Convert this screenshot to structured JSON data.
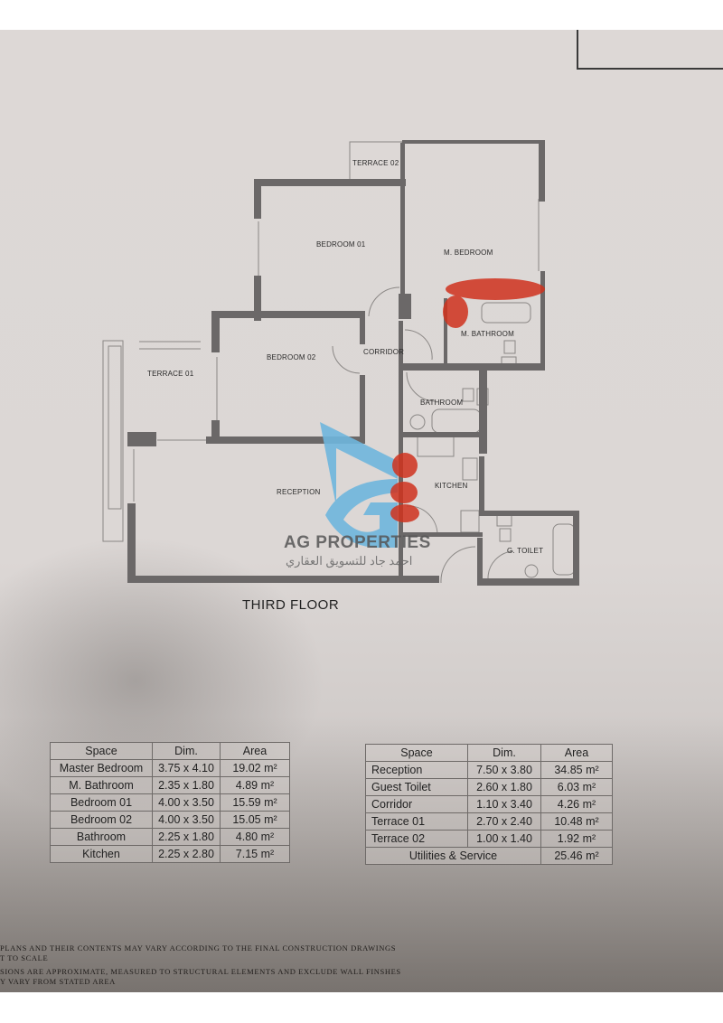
{
  "plan": {
    "floor_title": "THIRD FLOOR",
    "rooms": {
      "terrace_02": "TERRACE 02",
      "bedroom_01": "BEDROOM 01",
      "m_bedroom": "M. BEDROOM",
      "m_bathroom": "M. BATHROOM",
      "bedroom_02": "BEDROOM 02",
      "corridor": "CORRIDOR",
      "terrace_01": "TERRACE 01",
      "bathroom": "BATHROOM",
      "reception": "RECEPTION",
      "kitchen": "KITCHEN",
      "g_toilet": "G. TOILET"
    },
    "colors": {
      "wall": "#6b6868",
      "watermark_blue": "#6fb6dd",
      "highlight_red": "#d0321e"
    }
  },
  "watermark": {
    "brand": "AG PROPERTIES",
    "brand_arabic": "احمد جاد للتسويق العقاري",
    "logo_icon": "ag-logo-icon"
  },
  "table_left": {
    "headers": [
      "Space",
      "Dim.",
      "Area"
    ],
    "rows": [
      [
        "Master Bedroom",
        "3.75 x 4.10",
        "19.02 m²"
      ],
      [
        "M. Bathroom",
        "2.35 x 1.80",
        "4.89 m²"
      ],
      [
        "Bedroom 01",
        "4.00 x 3.50",
        "15.59 m²"
      ],
      [
        "Bedroom 02",
        "4.00 x 3.50",
        "15.05 m²"
      ],
      [
        "Bathroom",
        "2.25 x 1.80",
        "4.80 m²"
      ],
      [
        "Kitchen",
        "2.25 x 2.80",
        "7.15 m²"
      ]
    ]
  },
  "table_right": {
    "headers": [
      "Space",
      "Dim.",
      "Area"
    ],
    "rows": [
      [
        "Reception",
        "7.50 x 3.80",
        "34.85 m²"
      ],
      [
        "Guest Toilet",
        "2.60 x 1.80",
        "6.03 m²"
      ],
      [
        "Corridor",
        "1.10 x 3.40",
        "4.26 m²"
      ],
      [
        "Terrace 01",
        "2.70 x 2.40",
        "10.48 m²"
      ],
      [
        "Terrace 02",
        "1.00 x 1.40",
        "1.92 m²"
      ]
    ],
    "footer": {
      "label": "Utilities & Service",
      "area": "25.46 m²"
    }
  },
  "notes": [
    "PLANS AND THEIR CONTENTS MAY VARY ACCORDING TO THE FINAL CONSTRUCTION DRAWINGS",
    "T TO SCALE",
    "SIONS ARE APPROXIMATE, MEASURED TO STRUCTURAL ELEMENTS AND EXCLUDE WALL FINSHES",
    "Y VARY FROM STATED AREA"
  ]
}
